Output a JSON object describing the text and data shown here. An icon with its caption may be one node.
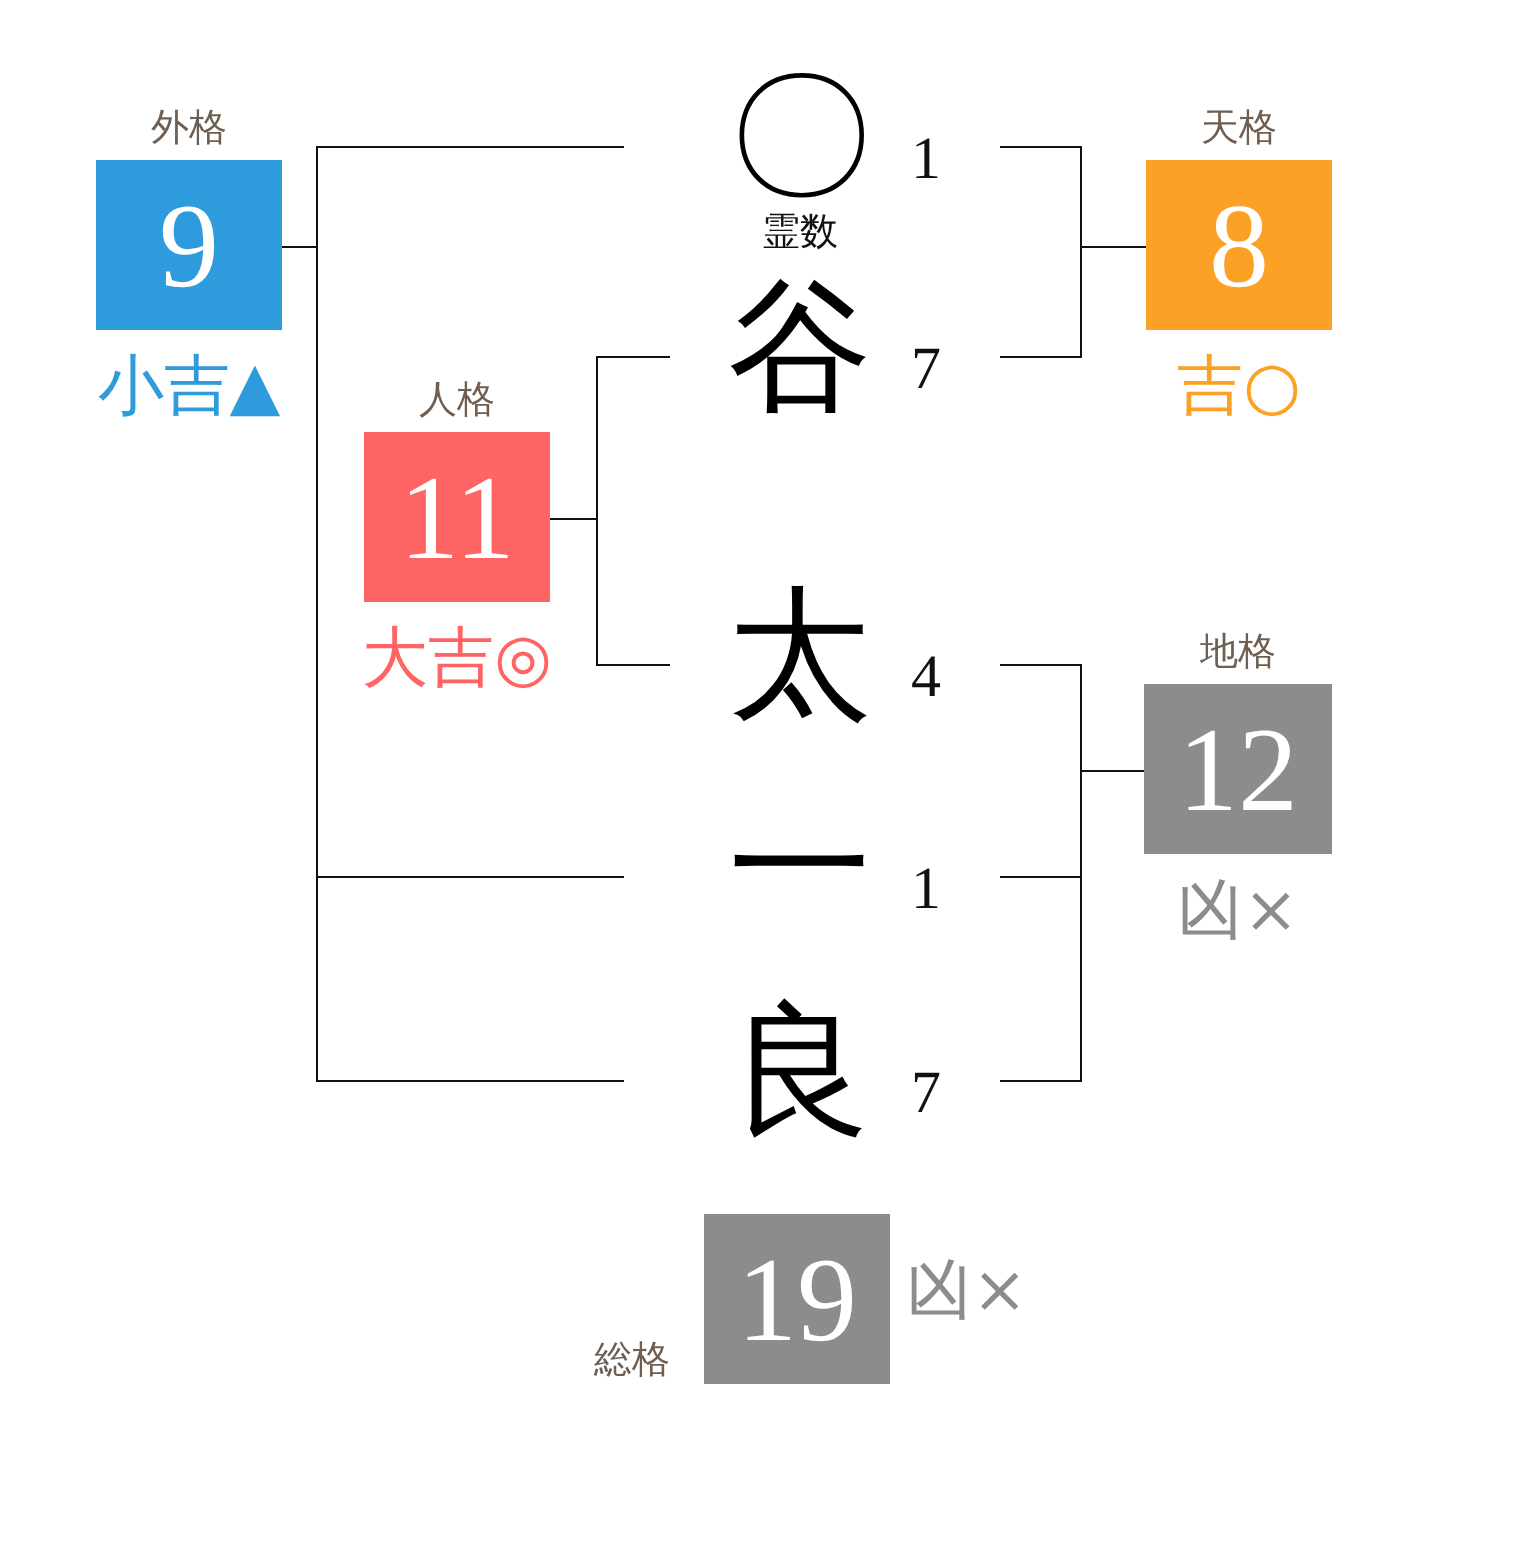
{
  "diagram": {
    "nodes": [
      {
        "text": [
          "外格",
          "9"
        ],
        "beside": [
          "小吉▲"
        ]
      },
      {
        "text": [
          "〇"
        ],
        "beside": [
          "1",
          "霊数"
        ]
      },
      {
        "text": [
          "天格",
          "8"
        ],
        "beside": [
          "吉○"
        ]
      },
      {
        "text": [
          "谷"
        ],
        "beside": [
          "7"
        ]
      },
      {
        "text": [
          "人格",
          "11"
        ],
        "beside": [
          "大吉◎"
        ]
      },
      {
        "text": [
          "太"
        ],
        "beside": [
          "4"
        ]
      },
      {
        "text": [
          "地格",
          "12"
        ],
        "beside": [
          "凶×"
        ]
      },
      {
        "text": [
          "一"
        ],
        "beside": [
          "1"
        ]
      },
      {
        "text": [
          "良"
        ],
        "beside": [
          "7"
        ]
      },
      {
        "text": [
          "総格",
          "19"
        ],
        "beside": [
          "凶×"
        ]
      }
    ],
    "edges": [
      {
        "from": 1,
        "to": 0,
        "arrow": "none"
      },
      {
        "from": 7,
        "to": 0,
        "arrow": "none"
      },
      {
        "from": 8,
        "to": 0,
        "arrow": "none"
      },
      {
        "from": 1,
        "to": 2,
        "arrow": "none"
      },
      {
        "from": 3,
        "to": 2,
        "arrow": "none"
      },
      {
        "from": 3,
        "to": 4,
        "arrow": "none"
      },
      {
        "from": 5,
        "to": 4,
        "arrow": "none"
      },
      {
        "from": 5,
        "to": 6,
        "arrow": "none"
      },
      {
        "from": 7,
        "to": 6,
        "arrow": "none"
      },
      {
        "from": 8,
        "to": 6,
        "arrow": "none"
      }
    ]
  }
}
